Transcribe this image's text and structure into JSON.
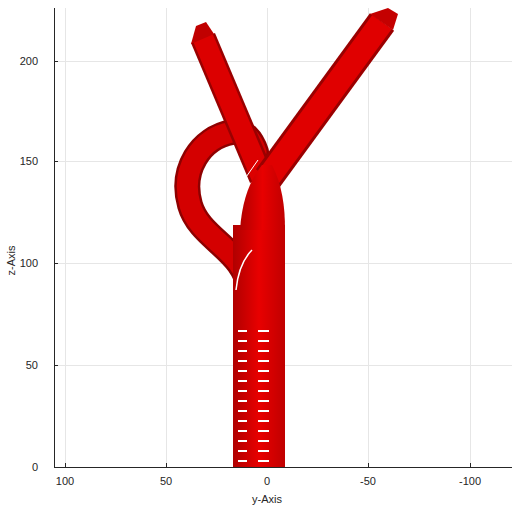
{
  "diagram": {
    "labels": [
      "200",
      "150",
      "100",
      "50",
      "0",
      "100",
      "50",
      "0",
      "-50",
      "-100",
      "z-Axis",
      "y-Axis"
    ]
  }
}
